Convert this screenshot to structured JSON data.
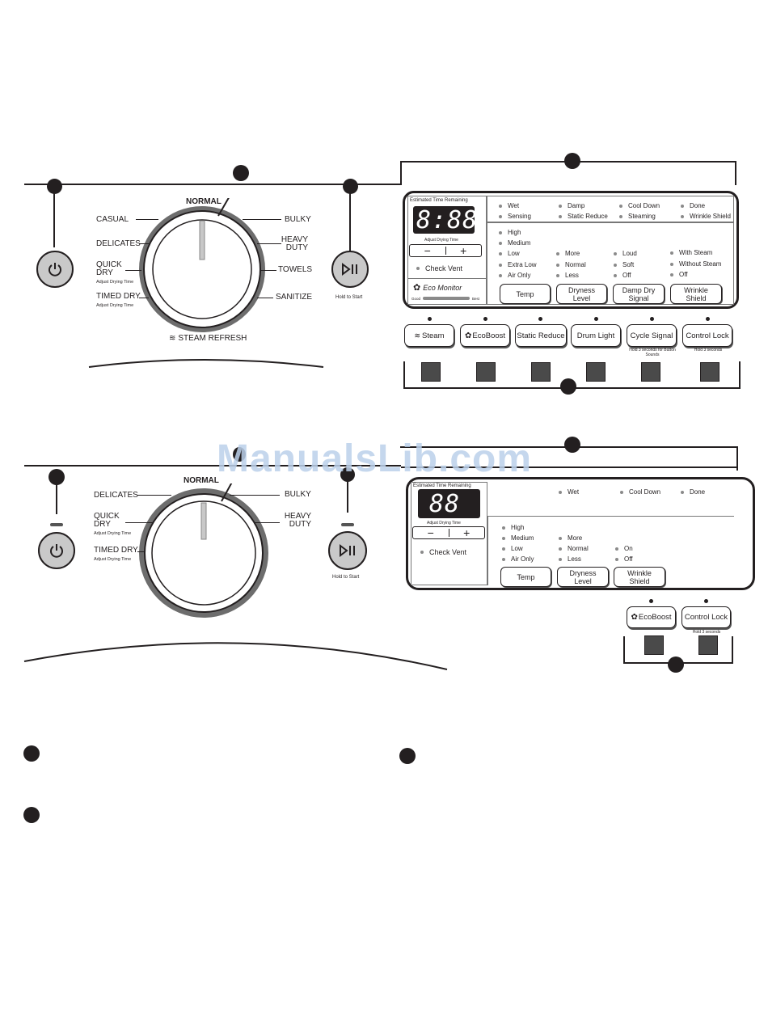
{
  "watermark": "ManualsLib.com",
  "top": {
    "cycles_left": {
      "casual": "CASUAL",
      "delicates": "DELICATES",
      "quick_dry": "QUICK DRY",
      "quick_dry_sub": "Adjust Drying Time",
      "timed_dry": "TIMED DRY",
      "timed_dry_sub": "Adjust Drying Time"
    },
    "cycles_right": {
      "bulky": "BULKY",
      "heavy_duty": "HEAVY DUTY",
      "towels": "TOWELS",
      "sanitize": "SANITIZE"
    },
    "normal": "NORMAL",
    "steam_refresh": "STEAM REFRESH",
    "hold_to_start": "Hold to Start",
    "panel": {
      "est_time": "Estimated Time Remaining",
      "digits": "8:88",
      "adjust": "Adjust Drying Time",
      "check_vent": "Check Vent",
      "eco_monitor": "Eco Monitor",
      "good": "Good",
      "best": "Best",
      "status": [
        "Wet",
        "Sensing",
        "Damp",
        "Static Reduce",
        "Cool Down",
        "Steaming",
        "Done",
        "Wrinkle Shield"
      ],
      "temp_opts": [
        "High",
        "Medium",
        "Low",
        "Extra Low",
        "Air Only"
      ],
      "dry_opts": [
        "More",
        "Normal",
        "Less"
      ],
      "signal_opts": [
        "Loud",
        "Soft",
        "Off"
      ],
      "wrinkle_opts": [
        "With Steam",
        "Without Steam",
        "Off"
      ],
      "buttons": [
        "Temp",
        "Dryness Level",
        "Damp Dry Signal",
        "Wrinkle Shield"
      ]
    },
    "features": [
      "Steam",
      "EcoBoost",
      "Static Reduce",
      "Drum Light",
      "Cycle Signal",
      "Control Lock"
    ],
    "cycle_signal_note": "Hold 3 seconds for Button Sounds",
    "control_lock_note": "Hold 3 seconds"
  },
  "bottom": {
    "delicates": "DELICATES",
    "quick_dry": "QUICK DRY",
    "quick_dry_sub": "Adjust Drying Time",
    "timed_dry": "TIMED DRY",
    "timed_dry_sub": "Adjust Drying Time",
    "normal": "NORMAL",
    "bulky": "BULKY",
    "heavy_duty": "HEAVY DUTY",
    "hold_to_start": "Hold to Start",
    "panel": {
      "est_time": "Estimated Time Remaining",
      "digits": "88",
      "adjust": "Adjust Drying Time",
      "check_vent": "Check Vent",
      "status": [
        "Wet",
        "Cool Down",
        "Done"
      ],
      "temp_opts": [
        "High",
        "Medium",
        "Low",
        "Air Only"
      ],
      "dry_opts": [
        "More",
        "Normal",
        "Less"
      ],
      "wrinkle_opts": [
        "On",
        "Off"
      ],
      "buttons": [
        "Temp",
        "Dryness Level",
        "Wrinkle Shield"
      ]
    },
    "features": [
      "EcoBoost",
      "Control Lock"
    ],
    "control_lock_note": "Hold 3 seconds"
  }
}
